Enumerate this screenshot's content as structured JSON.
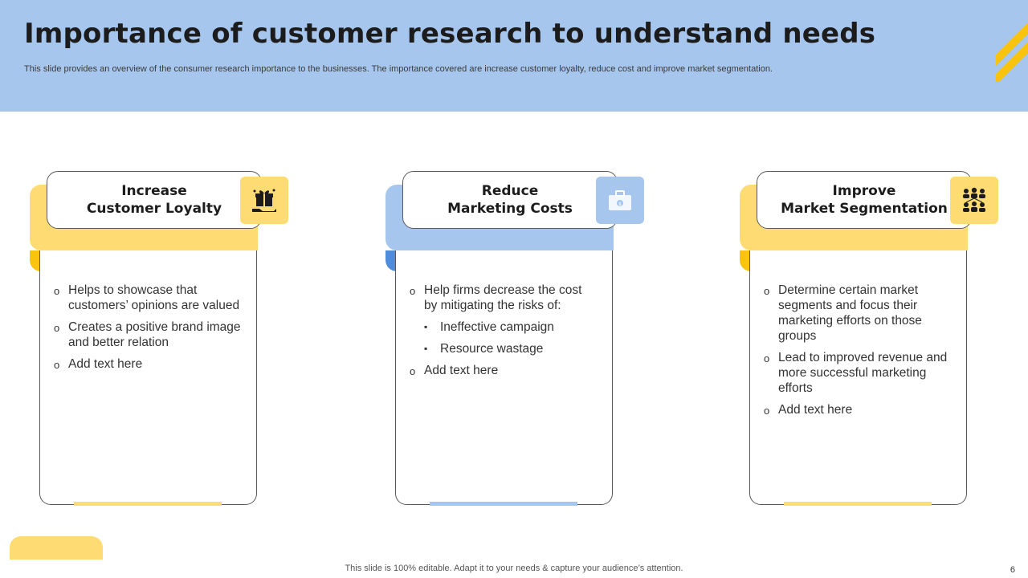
{
  "header": {
    "title": "Importance of customer research to understand needs",
    "subtitle": "This slide provides an overview of the consumer research importance to the businesses. The importance covered are increase customer loyalty, reduce cost and improve market segmentation."
  },
  "colors": {
    "header_bg": "#a6c6ee",
    "yellow": "#ffdc73",
    "blue": "#a6c6ee"
  },
  "cards": [
    {
      "title_line1": "Increase",
      "title_line2": "Customer Loyalty",
      "icon": "gift-box-hand-icon",
      "accent": "yellow",
      "items": [
        {
          "text": "Helps to showcase that customers’ opinions are valued"
        },
        {
          "text": "Creates a positive brand image and better relation"
        },
        {
          "text": "Add text here"
        }
      ]
    },
    {
      "title_line1": "Reduce",
      "title_line2": "Marketing Costs",
      "icon": "briefcase-dollar-icon",
      "accent": "blue",
      "items": [
        {
          "text": "Help firms decrease the cost by mitigating the risks of:"
        },
        {
          "text": "Ineffective  campaign",
          "sub": true
        },
        {
          "text": "Resource wastage",
          "sub": true
        },
        {
          "text": "Add text here"
        }
      ]
    },
    {
      "title_line1": "Improve",
      "title_line2": "Market Segmentation",
      "icon": "people-group-icon",
      "accent": "yellow",
      "items": [
        {
          "text": "Determine certain market segments and focus their marketing efforts on those groups"
        },
        {
          "text": "Lead to improved revenue and more successful marketing efforts"
        },
        {
          "text": "Add text here"
        }
      ]
    }
  ],
  "footer": {
    "note": "This slide is 100% editable. Adapt it to your needs & capture your audience’s attention.",
    "page_number": "6"
  }
}
